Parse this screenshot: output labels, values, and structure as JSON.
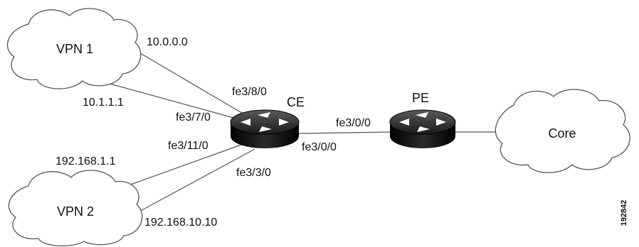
{
  "clouds": {
    "vpn1": "VPN 1",
    "vpn2": "VPN 2",
    "core": "Core"
  },
  "devices": {
    "ce": "CE",
    "pe": "PE"
  },
  "addresses": {
    "a1": "10.0.0.0",
    "a2": "10.1.1.1",
    "a3": "192.168.1.1",
    "a4": "192.168.10.10"
  },
  "interfaces": {
    "ce_fe3_8_0": "fe3/8/0",
    "ce_fe3_7_0": "fe3/7/0",
    "ce_fe3_11_0": "fe3/11/0",
    "ce_fe3_3_0": "fe3/3/0",
    "ce_fe3_0_0": "fe3/0/0",
    "pe_fe3_0_0": "fe3/0/0"
  },
  "figure_id": "192842"
}
